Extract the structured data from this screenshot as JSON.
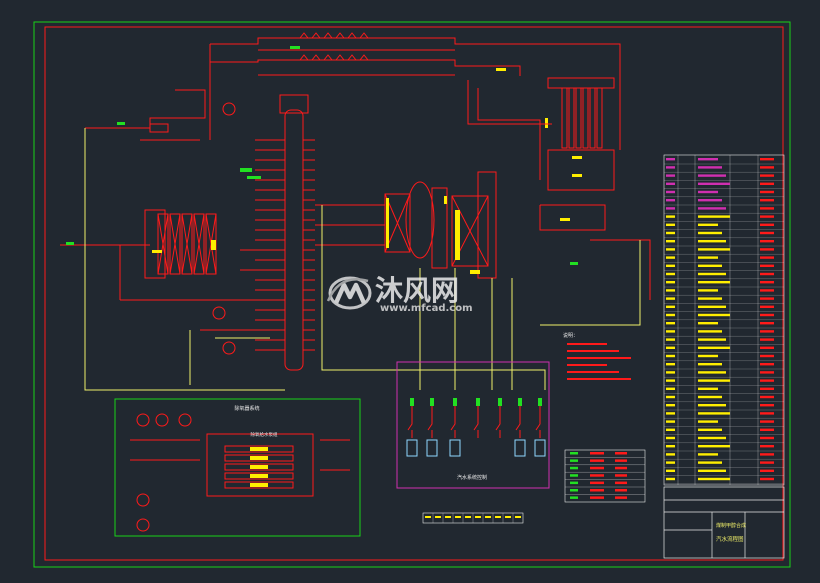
{
  "drawing": {
    "title_block": {
      "project": "煤制甲醇合成",
      "drawing_title": "汽水流程图"
    },
    "panel_labels": {
      "magenta_panel": "汽水系统控制",
      "green_panel": "除氧器系统",
      "green_panel_core": "除氧给水泵组"
    },
    "notes_heading": "说明：",
    "colors": {
      "background": "#212830",
      "line_red": "#ff1a1a",
      "frame_green": "#19d219",
      "pipe_yellow": "#f0ef6a",
      "panel_magenta": "#d02fb0",
      "table_white": "#e8e8e8",
      "tag_green": "#22e022",
      "tag_yellow": "#ffee00"
    }
  },
  "watermark": {
    "brand": "沐风网",
    "url": "www.mfcad.com",
    "logo_icon": "mf-logo-icon"
  }
}
